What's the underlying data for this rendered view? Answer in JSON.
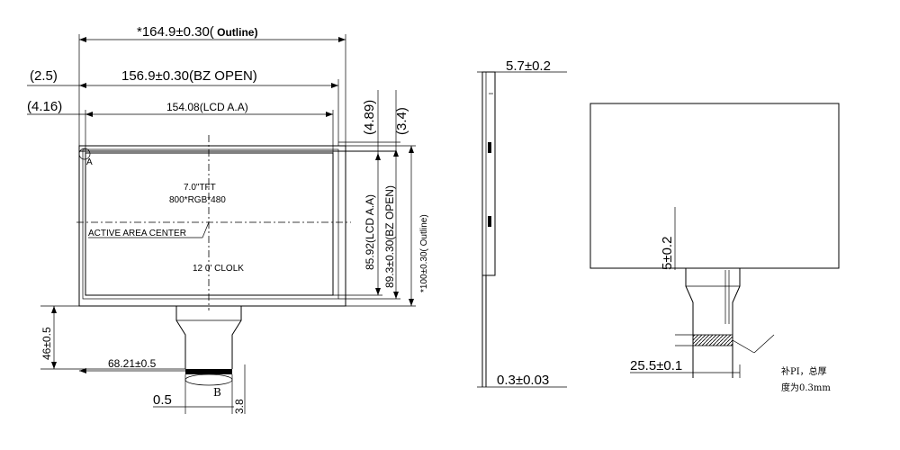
{
  "front_view": {
    "outline_width": "*164.9±0.30(",
    "outline_word": " Outline)",
    "left_offset_1": "(2.5)",
    "bz_open_width": "156.9±0.30(BZ OPEN)",
    "left_offset_2": "(4.16)",
    "lcd_aa_width": "154.08(LCD A.A)",
    "right_offset_1": "(4.89)",
    "right_offset_2": "(3.4)",
    "tft_label": "7.0\"TFT",
    "resolution_label": "800*RGB*480",
    "center_label": "ACTIVE AREA CENTER",
    "clock_label": "12 0' CLOLK",
    "lcd_aa_height": "85.92(LCD A.A)",
    "bz_open_height": "89.3±0.30(BZ OPEN)",
    "outline_height": "*100±0.30( Outline)",
    "fpc_length": "46±0.5",
    "fpc_offset": "68.21±0.5",
    "pin_pitch": "0.5",
    "pin_length": "3.8",
    "marker_a": "A",
    "marker_b": "B"
  },
  "side_view": {
    "thickness": "5.7±0.2",
    "fpc_thickness": "0.3±0.03"
  },
  "back_view": {
    "offset": "5±0.2",
    "fpc_width": "25.5±0.1",
    "note_line1": "补PI，总厚",
    "note_line2": "度为0.3mm"
  }
}
